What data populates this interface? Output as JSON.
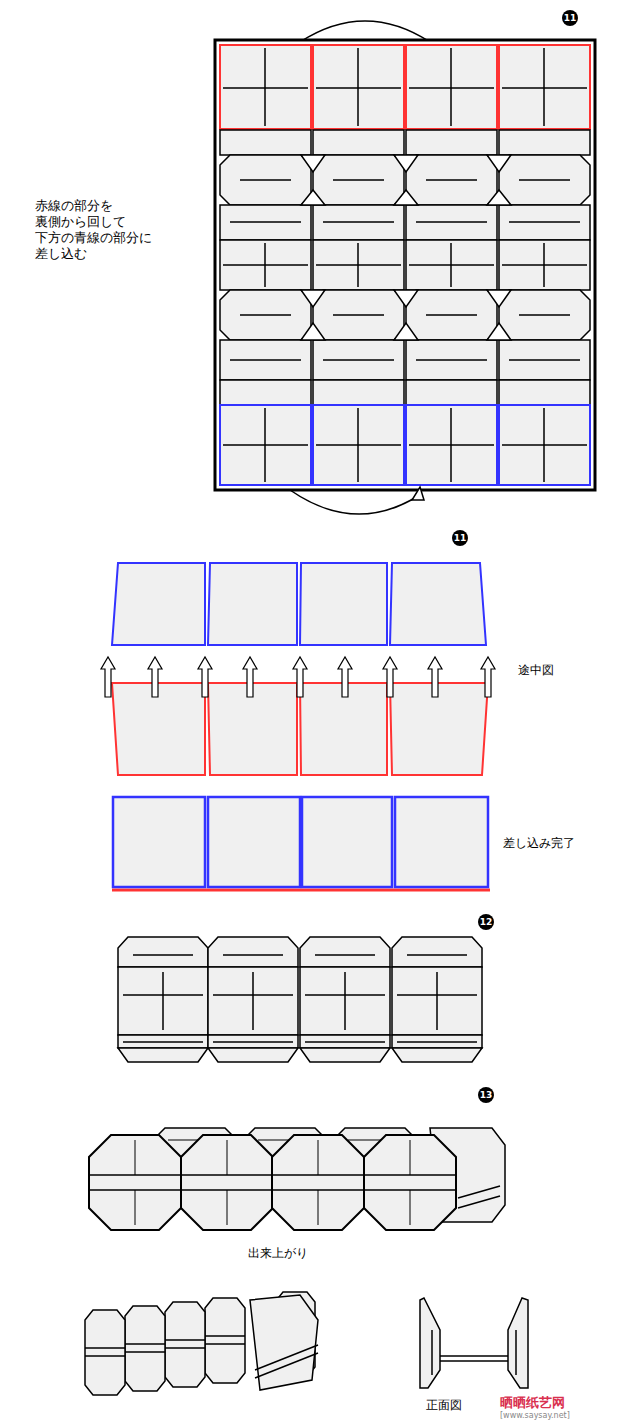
{
  "diagram": {
    "labels": [
      "11",
      "赤線の部分を 裏側から回して 下方の青線の部分に 差し込む",
      "11",
      "途中図",
      "差し込み完了",
      "12",
      "13",
      "出来上がり",
      "正面図",
      "晒晒纸艺网",
      "[www.saysay.net]"
    ]
  }
}
